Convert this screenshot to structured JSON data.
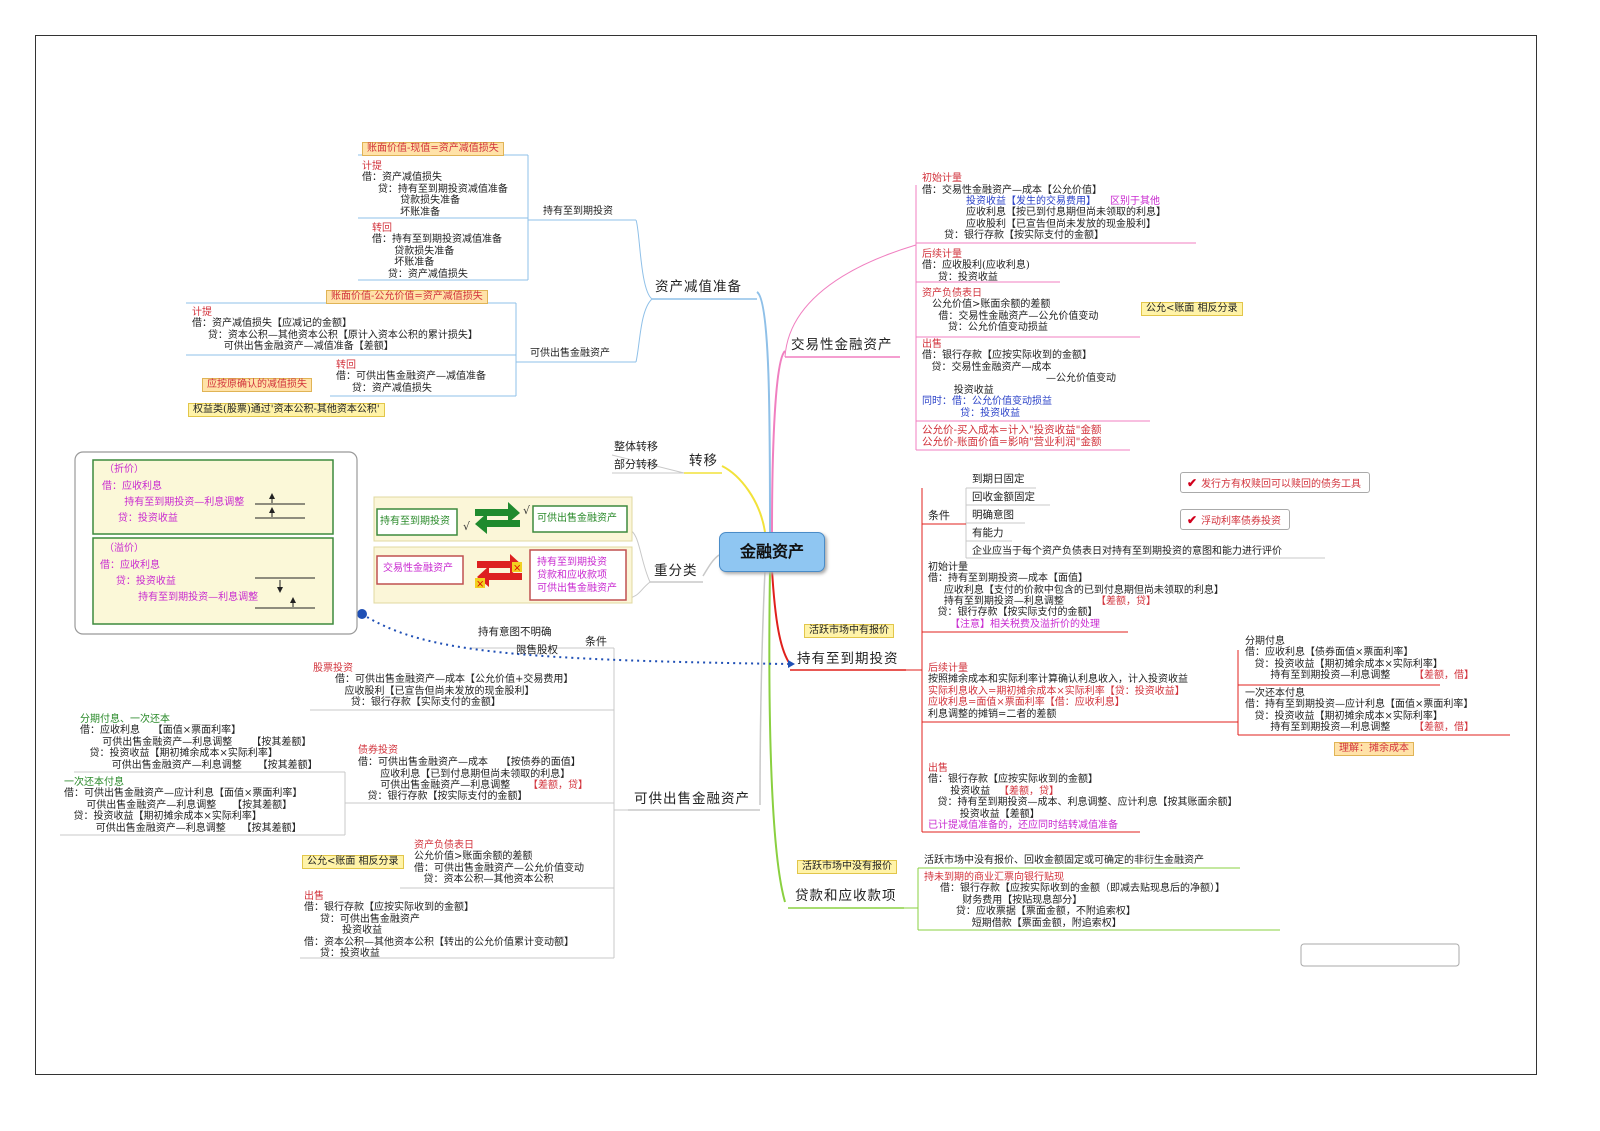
{
  "colors": {
    "center": "#8fc6f2",
    "red_text": "#d2333c",
    "blue_text": "#2b42c8",
    "pink_text": "#c92ad0",
    "highlight": "#fff3a8"
  },
  "center": "金融资产",
  "branches": {
    "jiaoyi": "交易性金融资产",
    "chiyou": "持有至到期投资",
    "daikuan": "贷款和应收款项",
    "kegong": "可供出售金融资产",
    "chongfenlei": "重分类",
    "zhuanyi": "转移",
    "jianzhi": "资产减值准备"
  },
  "jianzhi": {
    "htm_formula": "账面价值-现值=资产减值损失",
    "htm_label": "持有至到期投资",
    "htm_accrue_title": "计提",
    "htm_accrue": "借：资产减值损失\n     贷：持有至到期投资减值准备\n            贷款损失准备\n            坏账准备",
    "htm_reverse_title": "转回",
    "htm_reverse": "借：持有至到期投资减值准备\n       贷款损失准备\n       坏账准备\n     贷：资产减值损失",
    "afs_formula": "账面价值-公允价值=资产减值损失",
    "afs_label": "可供出售金融资产",
    "afs_accrue_title": "计提",
    "afs_accrue": "借：资产减值损失【应减记的金额】\n     贷：资本公积—其他资本公积【原计入资本公积的累计损失】\n          可供出售金融资产—减值准备【差额】",
    "afs_reverse_title": "转回",
    "afs_reverse": "借：可供出售金融资产—减值准备\n     贷：资产减值损失",
    "afs_note": "应按原确认的减值损失",
    "afs_equity": "权益类(股票)通过'资本公积-其他资本公积'"
  },
  "zhuanyi": {
    "whole": "整体转移",
    "part": "部分转移"
  },
  "chongfenlei": {
    "htm": "持有至到期投资",
    "afs": "可供出售金融资产",
    "trading": "交易性金融资产",
    "others": "持有至到期投资\n贷款和应收款项\n可供出售金融资产"
  },
  "discount": {
    "zhe_title": "（折价）",
    "zhe_body": "借：应收利息\n       持有至到期投资—利息调整\n     贷：投资收益",
    "yi_title": "（溢价）",
    "yi_body": "借：应收利息\n     贷：投资收益\n            持有至到期投资—利息调整"
  },
  "jiaoyi": {
    "initial_title": "初始计量",
    "initial_1": "借：交易性金融资产—成本【公允价值】",
    "initial_2a": "投资收益【发生的交易费用】",
    "initial_2b": "区别于其他",
    "initial_3": "应收利息【按已到付息期但尚未领取的利息】\n应收股利【已宣告但尚未发放的现金股利】",
    "initial_4": "贷：银行存款【按实际支付的金额】",
    "after_title": "后续计量",
    "after": "借：应收股利(应收利息)\n     贷：投资收益",
    "bs_title": "资产负债表日",
    "bs": "公允价值>账面余额的差额\n  借：交易性金融资产—公允价值变动\n     贷：公允价值变动损益",
    "bs_note": "公允<账面 相反分录",
    "sell_title": "出售",
    "sell": "借：银行存款【应按实际收到的金额】\n   贷：交易性金融资产—成本\n                                       —公允价值变动\n          投资收益",
    "sell_same": "同时：借：公允价值变动损益\n            贷：投资收益",
    "formula1": "公允价-买入成本=计入\"投资收益\"金额",
    "formula2": "公允价-账面价值=影响\"营业利润\"金额"
  },
  "chiyou": {
    "cond_label": "条件",
    "cond": [
      "到期日固定",
      "回收金额固定",
      "明确意图",
      "有能力",
      "企业应当于每个资产负债表日对持有至到期投资的意图和能力进行评价"
    ],
    "cond_note1": "发行方有权赎回可以赎回的债务工具",
    "cond_note2": "浮动利率债券投资",
    "market_tag": "活跃市场中有报价",
    "initial_title": "初始计量",
    "initial": "借：持有至到期投资—成本【面值】\n     应收利息【支付的价款中包含的已到付息期但尚未领取的利息】\n     持有至到期投资—利息调整",
    "initial_diff": "【差额，贷】",
    "initial_cr": "   贷：银行存款【按实际支付的金额】",
    "initial_note": "【注意】相关税费及溢折价的处理",
    "after_title": "后续计量",
    "after_1": "按照摊余成本和实际利率计算确认利息收入，计入投资收益",
    "after_2": "实际利息收入=期初摊余成本×实际利率【贷：投资收益】",
    "after_3": "应收利息=面值×票面利率【借：应收利息】",
    "after_4": "利息调整的摊销=二者的差额",
    "periodic_title": "分期付息",
    "periodic": "借：应收利息【债券面值×票面利率】\n   贷：投资收益【期初摊余成本×实际利率】\n        持有至到期投资—利息调整",
    "periodic_diff": "【差额，借】",
    "lump_title": "一次还本付息",
    "lump": "借：持有至到期投资—应计利息【面值×票面利率】\n   贷：投资收益【期初摊余成本×实际利率】\n        持有至到期投资—利息调整",
    "lump_diff": "【差额，借】",
    "understand": "理解：摊余成本",
    "sell_title": "出售",
    "sell_1": "借：银行存款【应按实际收到的金额】\n       投资收益",
    "sell_diff": "【差额，贷】",
    "sell_2": "   贷：持有至到期投资—成本、利息调整、应计利息【按其账面余额】\n          投资收益【差额】",
    "sell_note": "已计提减值准备的，还应同时结转减值准备"
  },
  "daikuan": {
    "market_tag": "活跃市场中没有报价",
    "desc": "活跃市场中没有报价、回收金额固定或可确定的非衍生金融资产",
    "bill_title": "持未到期的商业汇票向银行贴现",
    "bill": "借：银行存款【应按实际收到的金额（即减去贴现息后的净额）】\n       财务费用【按贴现息部分】\n     贷：应收票据【票面金额，不附追索权】\n          短期借款【票面金额，附追索权】"
  },
  "kegong": {
    "cond_label": "条件",
    "cond_1": "持有意图不明确",
    "cond_2": "限售股权",
    "stock_title": "股票投资",
    "stock": "借：可供出售金融资产—成本【公允价值+交易费用】\n   应收股利【已宣告但尚未发放的现金股利】\n     贷：银行存款【实际支付的金额】",
    "bond_title": "债券投资",
    "bond": "借：可供出售金融资产—成本    【按债券的面值】\n       应收利息【已到付息期但尚未领取的利息】\n       可供出售金融资产—利息调整",
    "bond_diff": "【差额，贷】",
    "bond_cr": "   贷：银行存款【按实际支付的金额】",
    "periodic_title": "分期付息、一次还本",
    "periodic": "借：应收利息    【面值×票面利率】\n       可供出售金融资产—利息调整      【按其差额】\n   贷：投资收益【期初摊余成本×实际利率】\n          可供出售金融资产—利息调整     【按其差额】",
    "lump_title": "一次还本付息",
    "lump": "借：可供出售金融资产—应计利息【面值×票面利率】\n       可供出售金融资产—利息调整     【按其差额】\n   贷：投资收益【期初摊余成本×实际利率】\n          可供出售金融资产—利息调整     【按其差额】",
    "bs_title": "资产负债表日",
    "bs": "公允价值>账面余额的差额\n借：可供出售金融资产—公允价值变动\n   贷：资本公积—其他资本公积",
    "bs_note": "公允<账面 相反分录",
    "sell_title": "出售",
    "sell": "借：银行存款【应按实际收到的金额】\n     贷：可供出售金融资产\n            投资收益\n借：资本公积—其他资本公积【转出的公允价值累计变动额】\n     贷：投资收益"
  }
}
